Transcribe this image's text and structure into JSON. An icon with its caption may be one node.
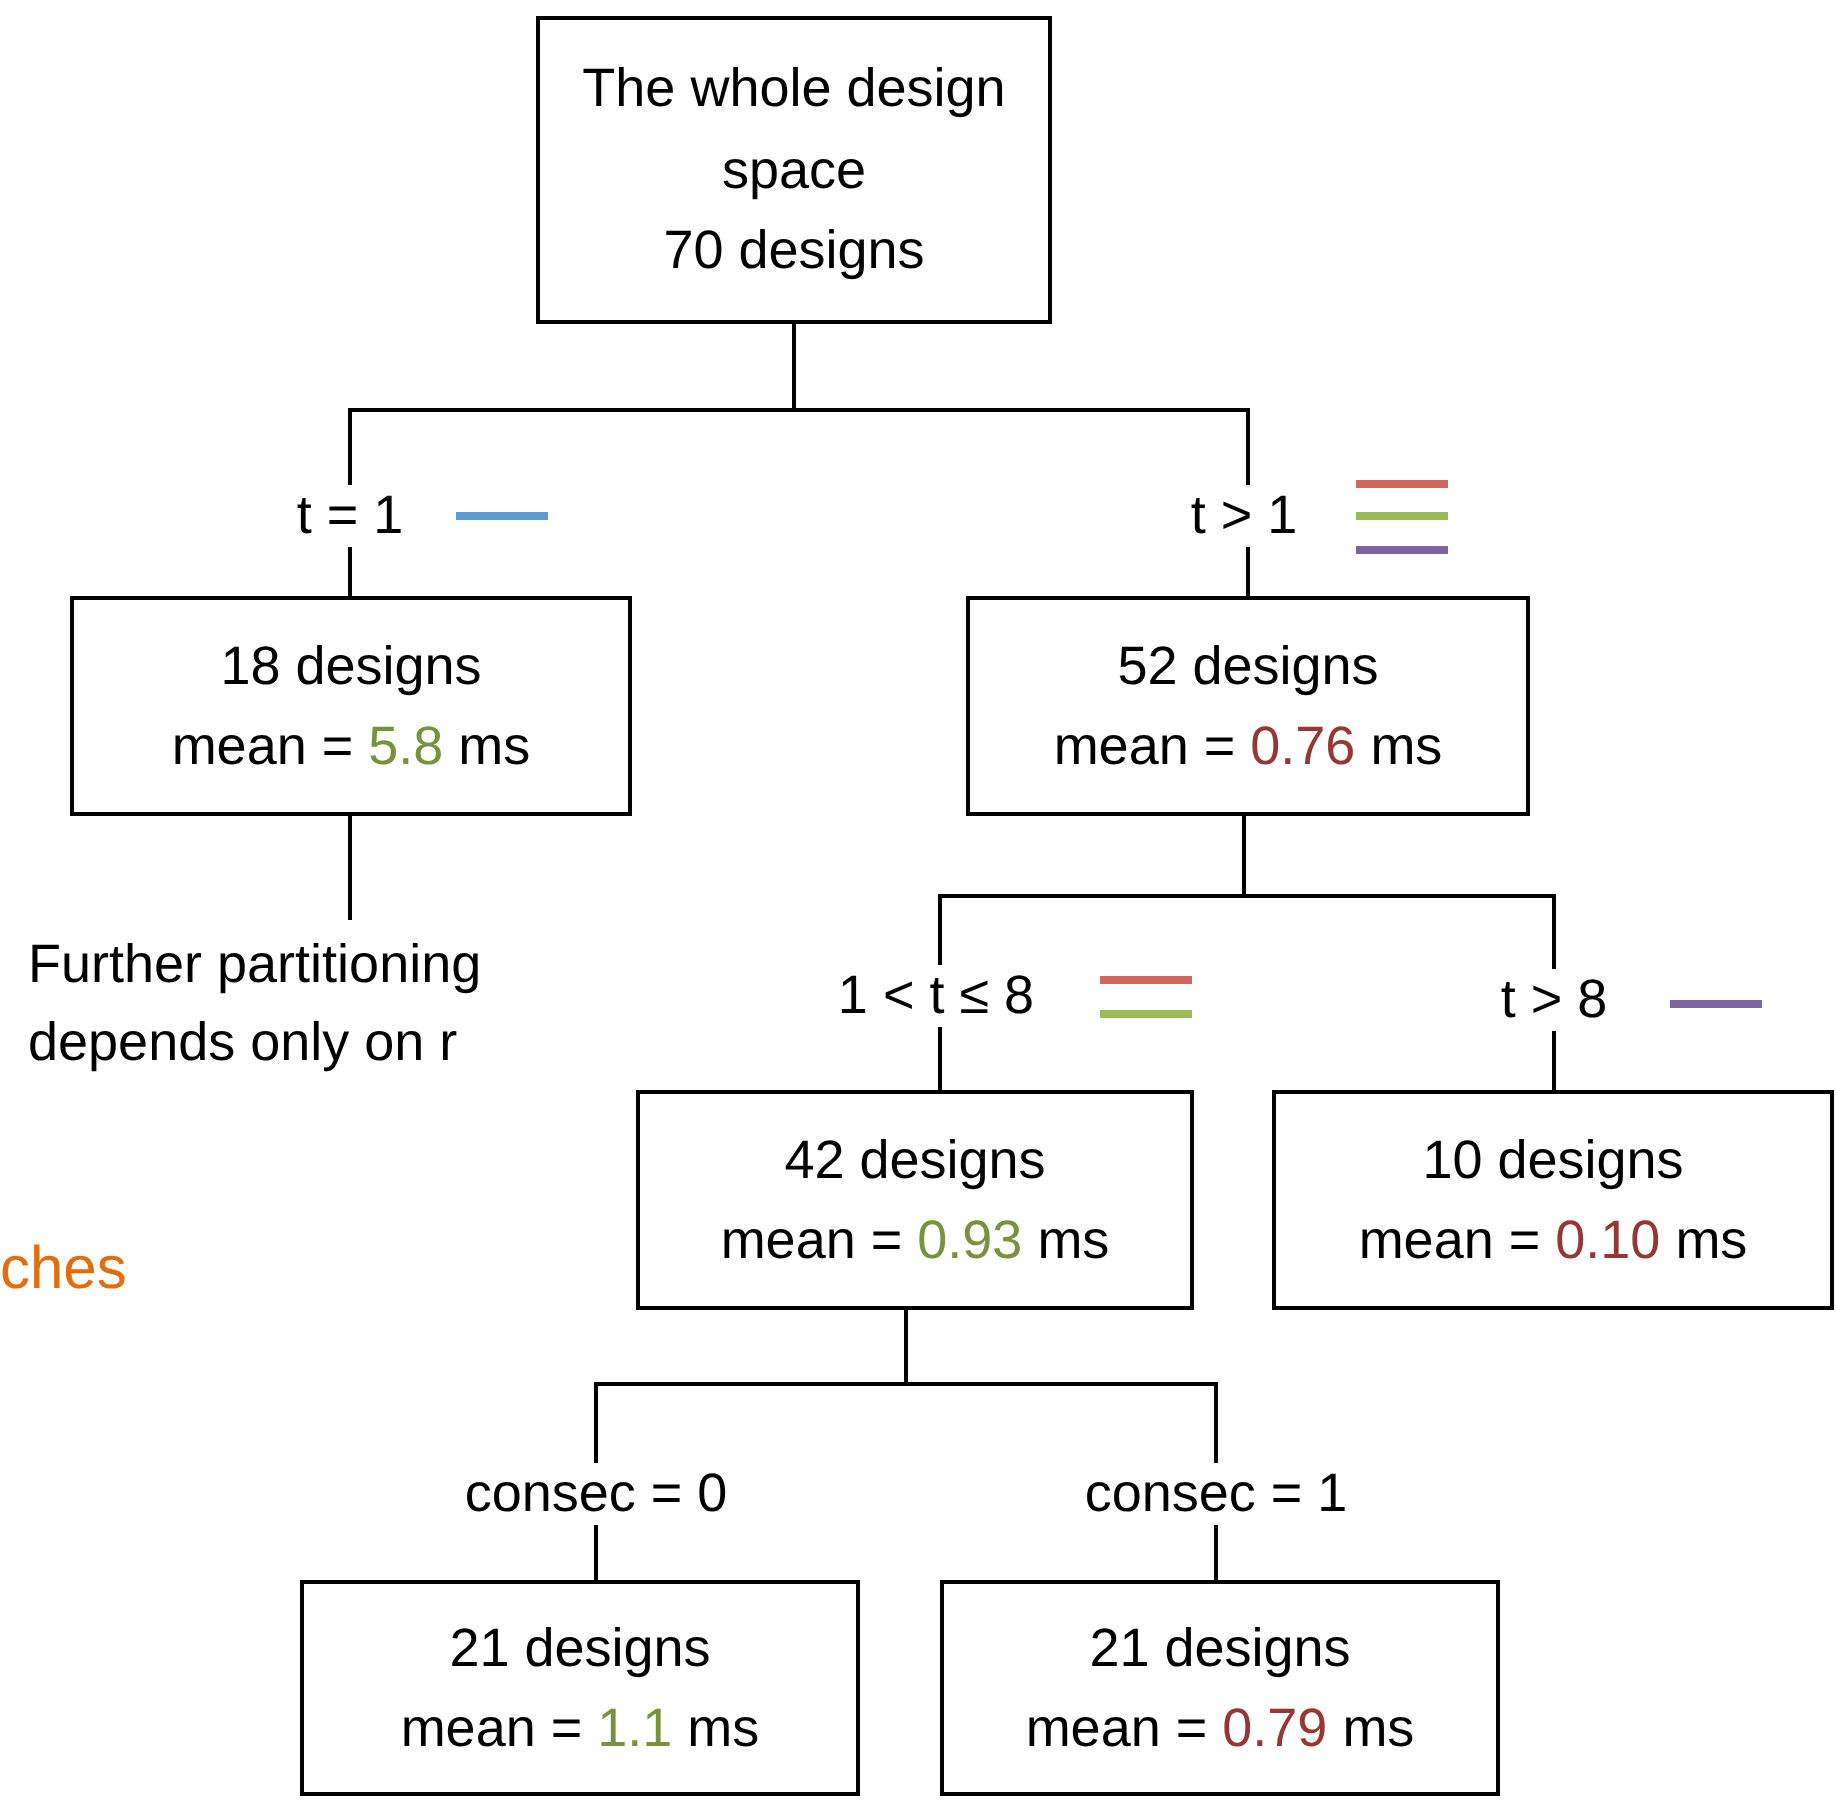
{
  "diagram": {
    "nodes": [
      {
        "text": [
          "The whole design space",
          "70 designs"
        ]
      },
      {
        "text": [
          "18 designs",
          "mean = 5.8 ms"
        ]
      },
      {
        "text": [
          "52 designs",
          "mean = 0.76 ms"
        ]
      },
      {
        "text": [
          "Further partitioning depends only on r"
        ]
      },
      {
        "text": [
          "42 designs",
          "mean = 0.93 ms"
        ]
      },
      {
        "text": [
          "10 designs",
          "mean = 0.10 ms"
        ]
      },
      {
        "text": [
          "21 designs",
          "mean = 1.1 ms"
        ]
      },
      {
        "text": [
          "21 designs",
          "mean = 0.79 ms"
        ]
      }
    ],
    "edges": [
      {
        "from": 0,
        "to": 1,
        "arrow": "none",
        "label": "t = 1"
      },
      {
        "from": 0,
        "to": 2,
        "arrow": "none",
        "label": "t > 1"
      },
      {
        "from": 1,
        "to": 3,
        "arrow": "none"
      },
      {
        "from": 2,
        "to": 4,
        "arrow": "none",
        "label": "1 < t ≤ 8"
      },
      {
        "from": 2,
        "to": 5,
        "arrow": "none",
        "label": "t > 8"
      },
      {
        "from": 4,
        "to": 6,
        "arrow": "none",
        "label": "consec = 0"
      },
      {
        "from": 4,
        "to": 7,
        "arrow": "none",
        "label": "consec = 1"
      }
    ],
    "labels": [
      "ches"
    ]
  }
}
